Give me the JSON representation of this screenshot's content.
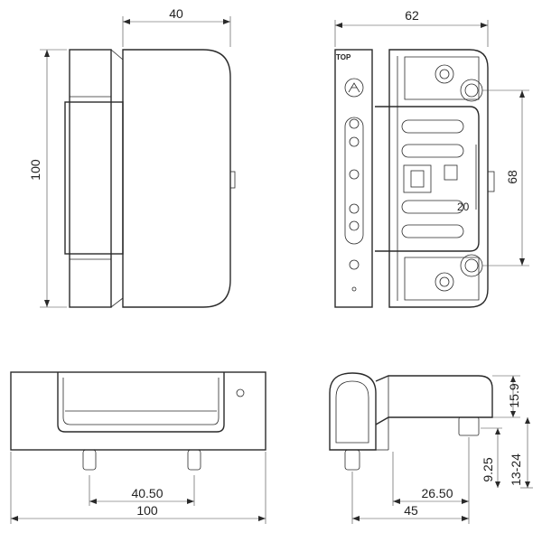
{
  "drawing": {
    "front_view": {
      "width_label": "40",
      "height_label": "100"
    },
    "side_view": {
      "width_label": "62",
      "hole_spacing_label": "68",
      "top_label": "TOP",
      "adjust_label": "20"
    },
    "bottom_view": {
      "hole_pitch_label": "40.50",
      "total_width_label": "100"
    },
    "section_view": {
      "height_label": "15.9",
      "pin_label": "9.25",
      "range_label": "13-24",
      "offset_label": "26.50",
      "overall_label": "45"
    }
  }
}
